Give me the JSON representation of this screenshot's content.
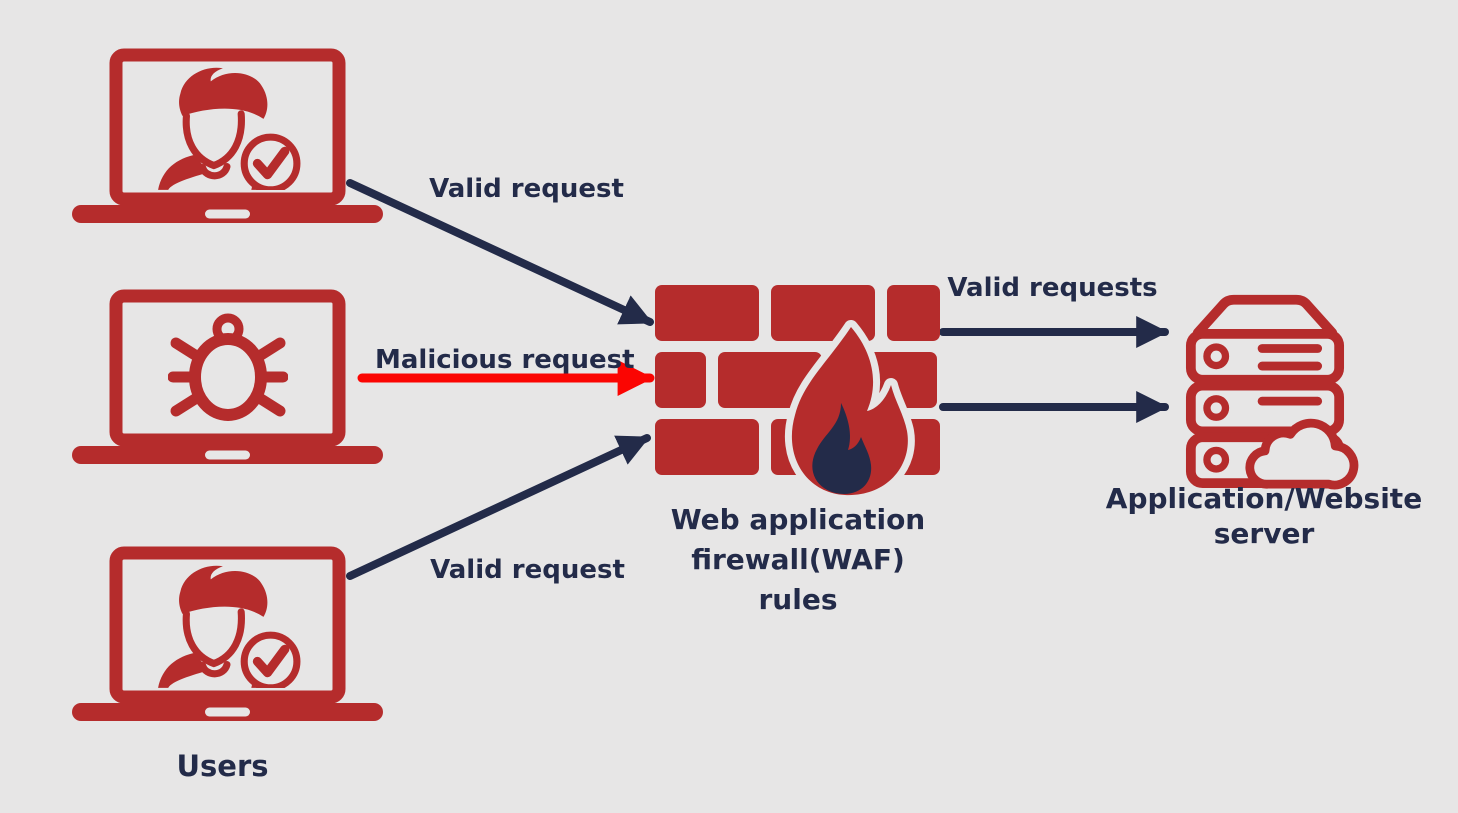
{
  "colors": {
    "background": "#e7e6e6",
    "brand_red": "#b52c2c",
    "alert_red": "#fb0502",
    "navy": "#232b49"
  },
  "nodes": {
    "users": {
      "group_label": "Users",
      "laptops": [
        {
          "name": "laptop-valid-user-top",
          "icon": "user-check-icon"
        },
        {
          "name": "laptop-attacker",
          "icon": "bug-icon"
        },
        {
          "name": "laptop-valid-user-bottom",
          "icon": "user-check-icon"
        }
      ]
    },
    "firewall": {
      "icon": "brick-wall-flame-icon",
      "label_line1": "Web application",
      "label_line2": "firewall(WAF)",
      "label_line3": "rules"
    },
    "server": {
      "icon": "server-stack-cloud-icon",
      "label_line1": "Application/Website",
      "label_line2": "server"
    }
  },
  "edges": {
    "valid_request_top": {
      "label": "Valid request",
      "color": "#232b49"
    },
    "malicious_request": {
      "label": "Malicious request",
      "color": "#fb0502"
    },
    "valid_request_bottom": {
      "label": "Valid request",
      "color": "#232b49"
    },
    "valid_requests_out": {
      "label": "Valid requests",
      "color": "#232b49"
    }
  }
}
